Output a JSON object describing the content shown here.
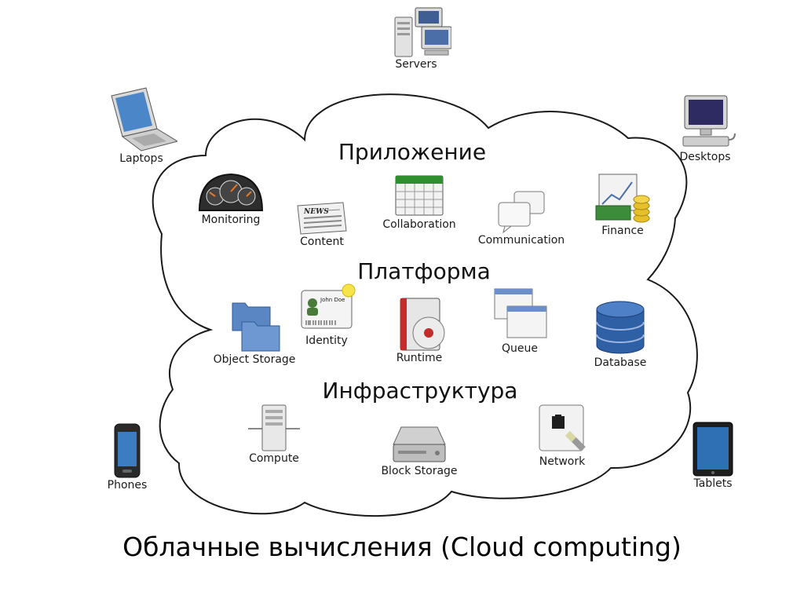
{
  "layers": {
    "application": "Приложение",
    "platform": "Платформа",
    "infrastructure": "Инфраструктура"
  },
  "devices": {
    "servers": "Servers",
    "laptops": "Laptops",
    "desktops": "Desktops",
    "phones": "Phones",
    "tablets": "Tablets"
  },
  "application_items": {
    "monitoring": "Monitoring",
    "content": "Content",
    "collaboration": "Collaboration",
    "communication": "Communication",
    "finance": "Finance"
  },
  "platform_items": {
    "object_storage": "Object Storage",
    "identity": "Identity",
    "runtime": "Runtime",
    "queue": "Queue",
    "database": "Database"
  },
  "infrastructure_items": {
    "compute": "Compute",
    "block_storage": "Block Storage",
    "network": "Network"
  },
  "icon_texts": {
    "news": "NEWS",
    "john_doe": "John Doe"
  },
  "caption": "Облачные вычисления (Cloud computing)"
}
